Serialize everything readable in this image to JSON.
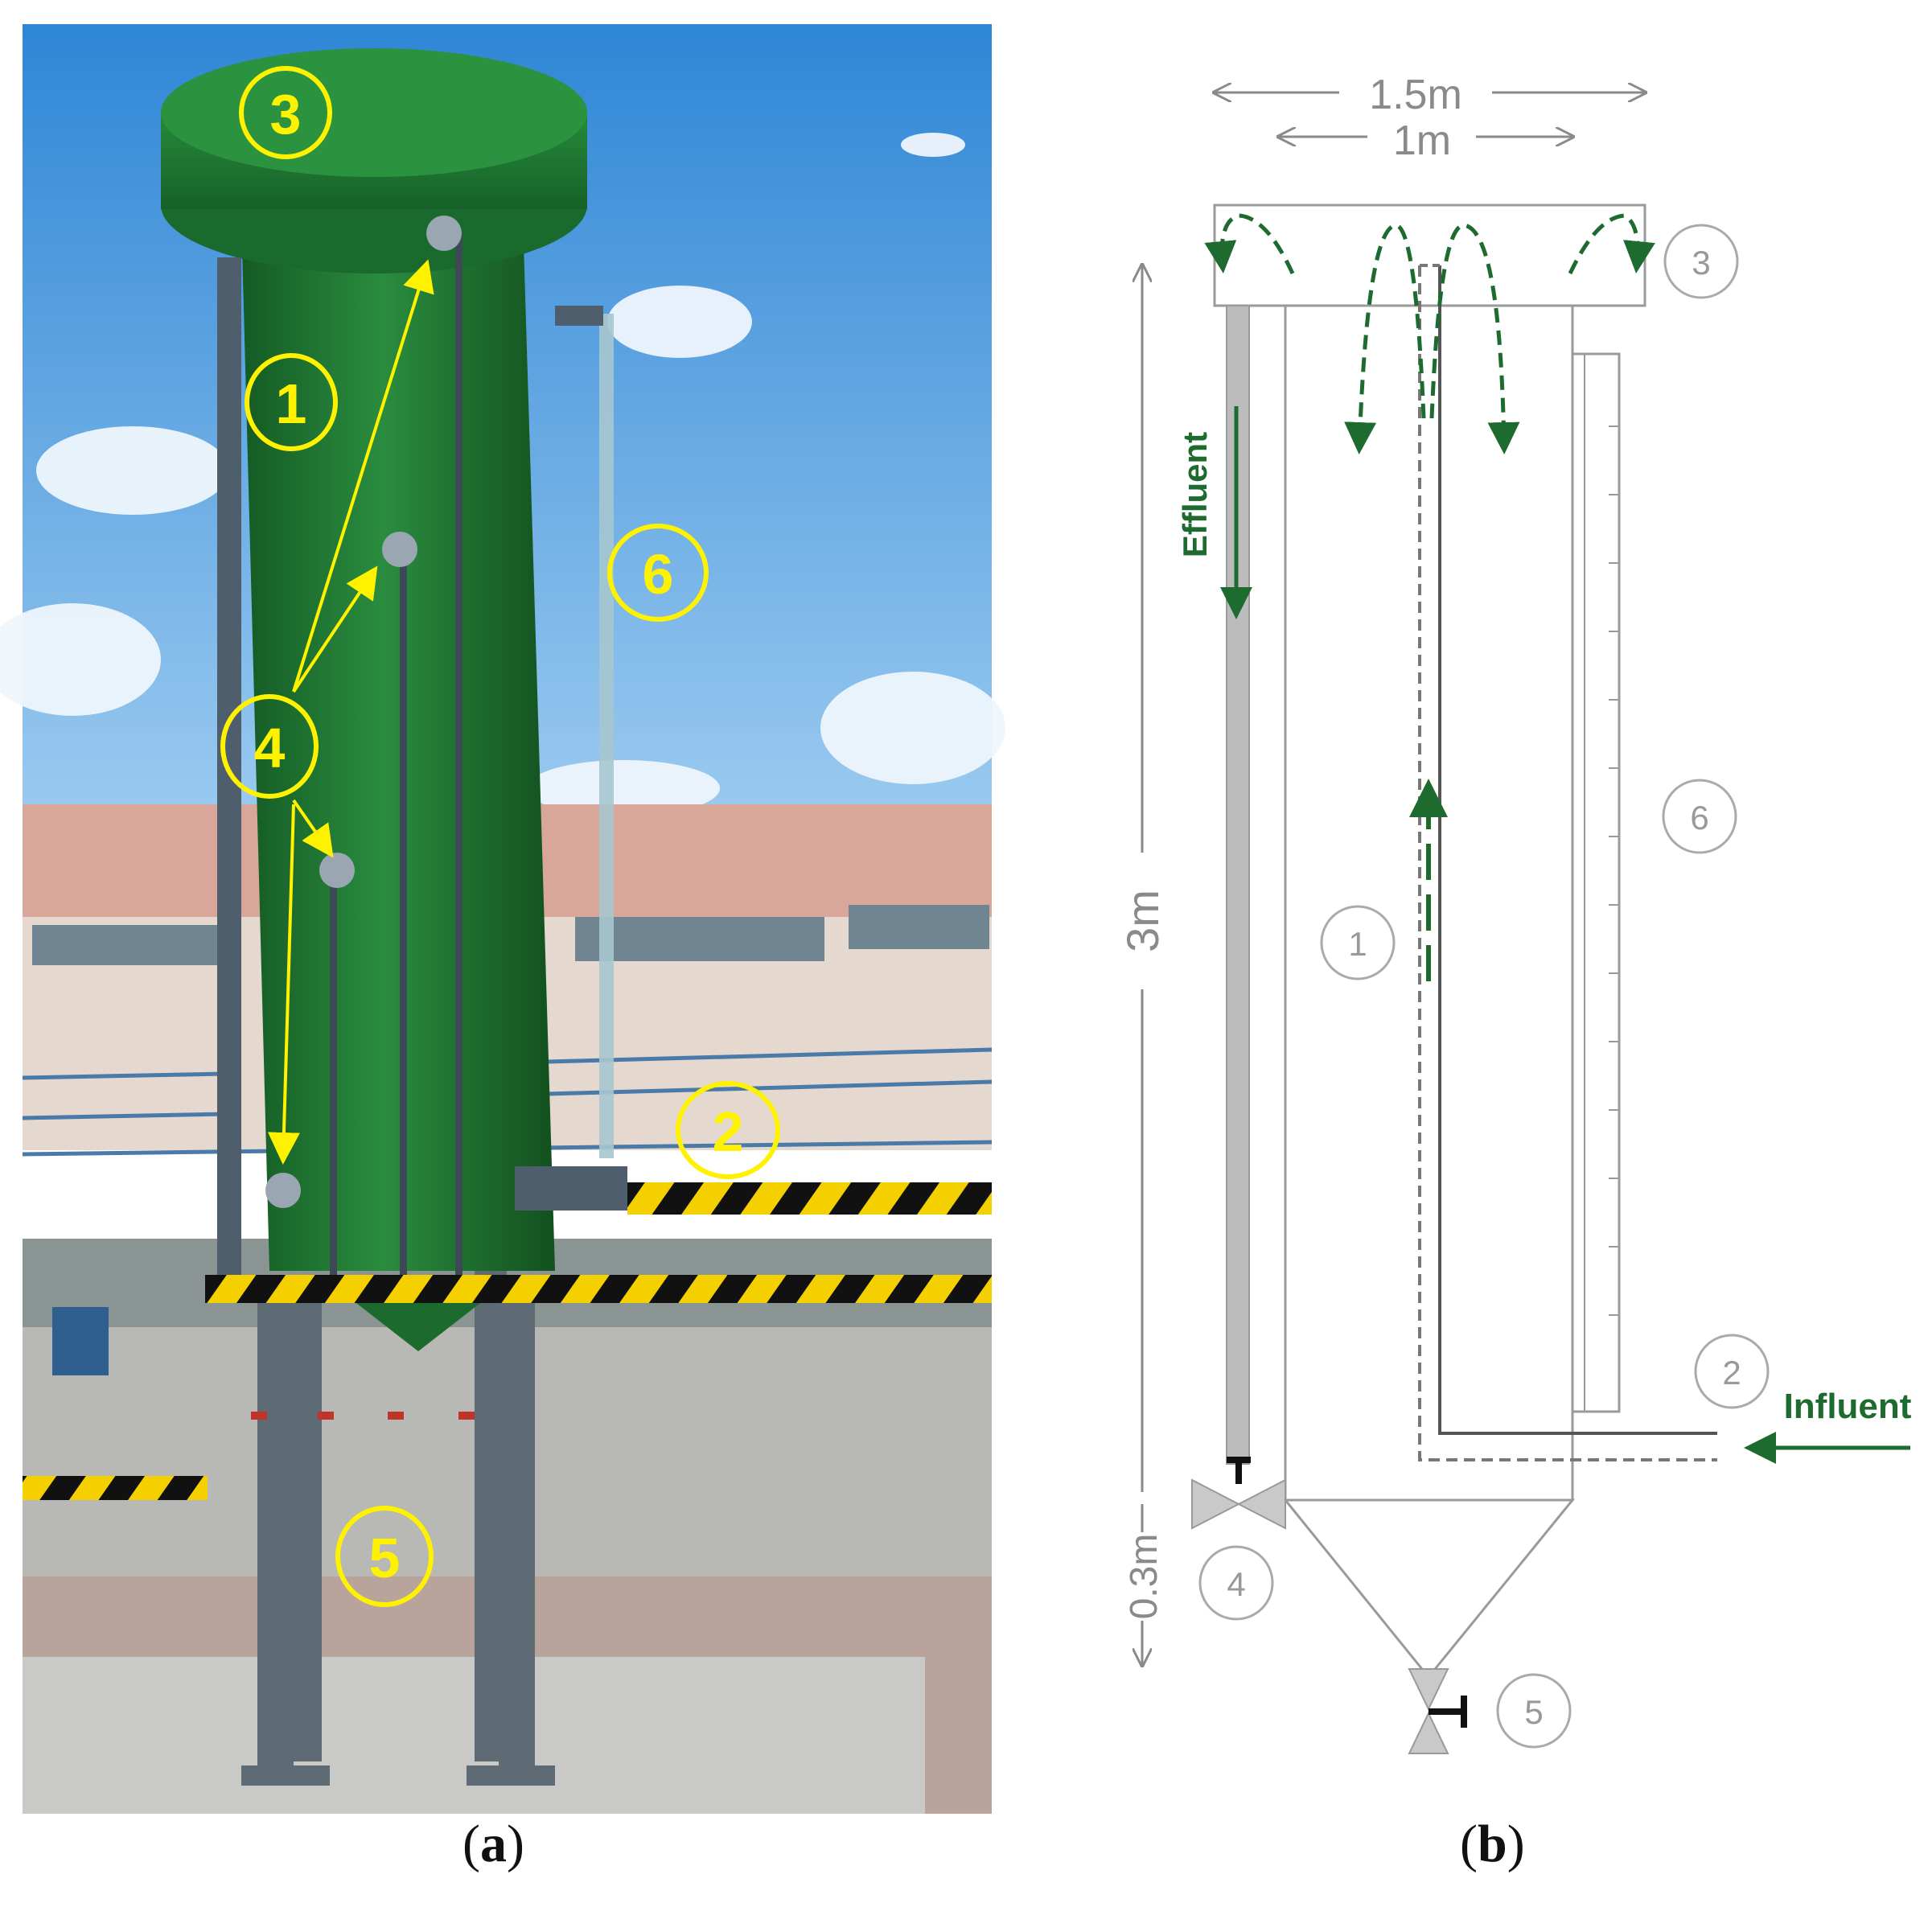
{
  "colors": {
    "marker_yellow": "#FFF200",
    "tank_green": "#1f7a33",
    "flow_green": "#1e6b2f",
    "sky_top": "#2f86d6",
    "sky_bottom": "#8cc3ee",
    "diagram_line": "#9a9a9a",
    "label_gray": "#9a9a9a"
  },
  "panel_a": {
    "caption_letter": "a",
    "markers": [
      "1",
      "2",
      "3",
      "4",
      "5",
      "6"
    ],
    "icon": "photo-of-pilot-reactor"
  },
  "panel_b": {
    "caption_letter": "b",
    "dimensions": {
      "top_outer": "1.5m",
      "top_inner": "1m",
      "height": "3m",
      "cone": "0.3m"
    },
    "flow_labels": {
      "effluent": "Effluent",
      "influent": "Influent"
    },
    "component_labels": [
      "1",
      "2",
      "3",
      "4",
      "5",
      "6"
    ]
  }
}
